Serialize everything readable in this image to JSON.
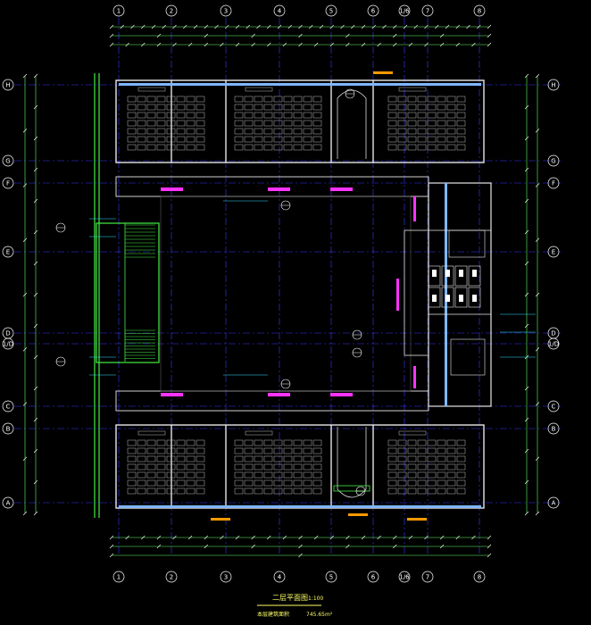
{
  "drawing": {
    "title": "二层平面图",
    "scale": "1:100",
    "area_label": "本层建筑面积",
    "area_value": "745.65m²"
  },
  "axes": {
    "columns": [
      "1",
      "2",
      "3",
      "4",
      "5",
      "6",
      "1/6",
      "7",
      "8"
    ],
    "rows": [
      "H",
      "G",
      "F",
      "E",
      "D",
      "1/D",
      "C",
      "B",
      "A"
    ]
  },
  "colors": {
    "background": "#000000",
    "wall": "#e6e6e6",
    "axis": "#3a3aff",
    "dimension": "#66ff66",
    "stair": "#44ee44",
    "magenta": "#ff33ff",
    "cyan": "#33ddff",
    "label": "#ffff66"
  }
}
